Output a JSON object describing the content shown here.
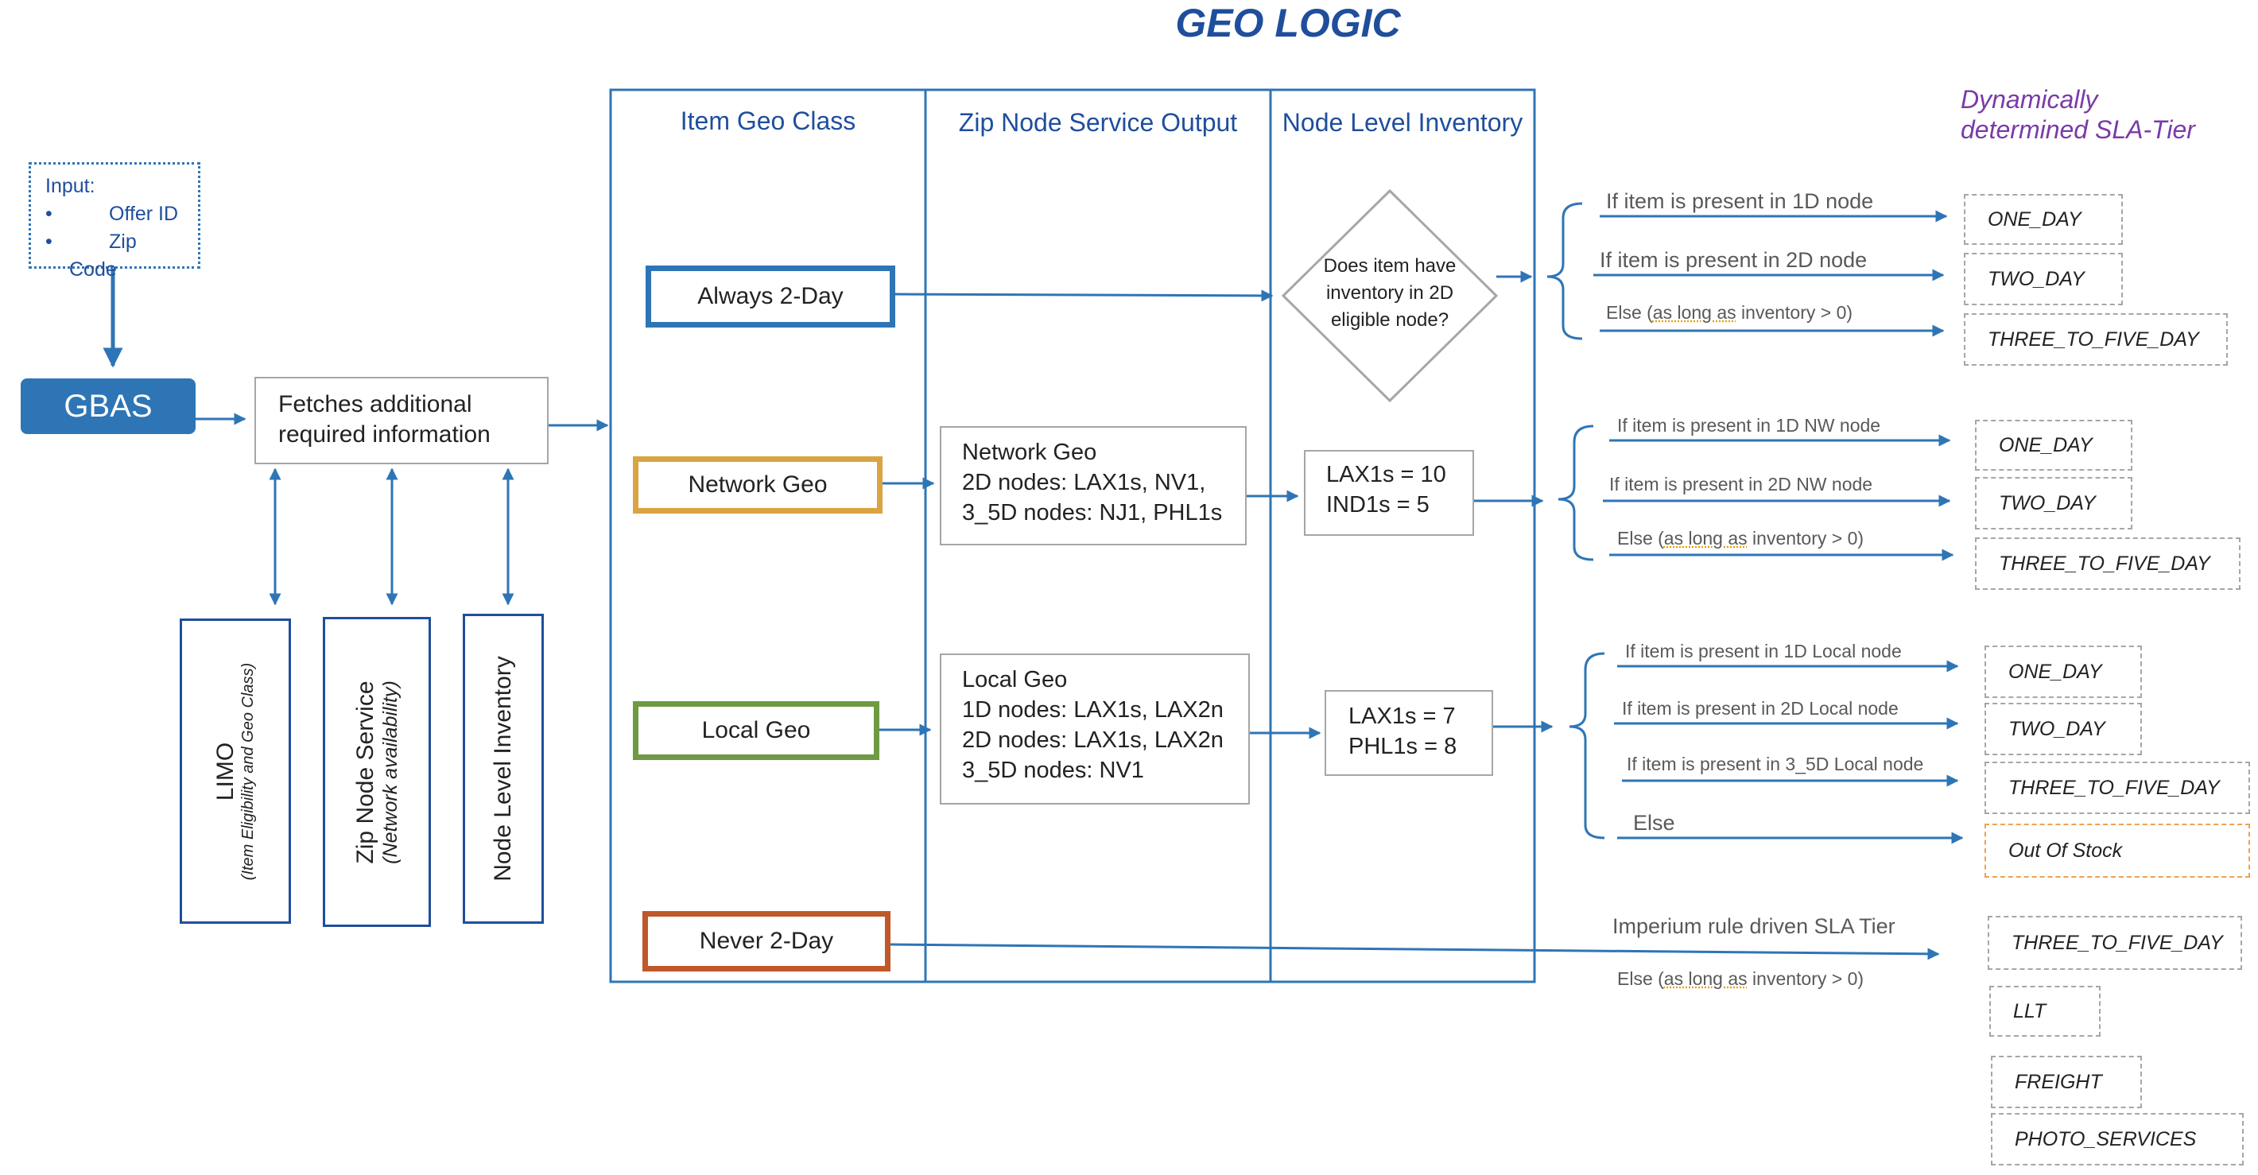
{
  "title": "GEO LOGIC",
  "columns": {
    "item_geo_class": "Item Geo Class",
    "zip_node_service_output": "Zip Node Service Output",
    "node_level_inventory": "Node Level Inventory"
  },
  "dynamic_label": {
    "line1": "Dynamically",
    "line2": "determined SLA-Tier"
  },
  "input": {
    "label": "Input:",
    "items": [
      "Offer ID",
      "Zip Code"
    ]
  },
  "gbas": "GBAS",
  "fetch": {
    "line1": "Fetches additional",
    "line2": "required information"
  },
  "services": {
    "limo": {
      "main": "LIMO",
      "sub": "(Item Eligibility and Geo Class)"
    },
    "zip_node": {
      "main": "Zip Node Service",
      "sub": "(Network availability)"
    },
    "node_inventory": {
      "main": "Node Level Inventory"
    }
  },
  "geo_classes": {
    "always": "Always 2-Day",
    "network": "Network Geo",
    "local": "Local Geo",
    "never": "Never 2-Day"
  },
  "zip_output": {
    "network": [
      "Network Geo",
      "2D nodes: LAX1s, NV1,",
      "3_5D nodes: NJ1, PHL1s"
    ],
    "local": [
      "Local Geo",
      "1D nodes: LAX1s, LAX2n",
      "2D nodes: LAX1s, LAX2n",
      "3_5D nodes: NV1"
    ]
  },
  "inventory": {
    "diamond": [
      "Does item have",
      "inventory in 2D",
      "eligible node?"
    ],
    "network": [
      "LAX1s = 10",
      "IND1s = 5"
    ],
    "local": [
      "LAX1s = 7",
      "PHL1s = 8"
    ]
  },
  "conditions": {
    "always": [
      "If item is present in 1D node",
      "If item is present in 2D node"
    ],
    "always_else": {
      "pre": "Else (",
      "sq": "as long as",
      "post": " inventory > 0)"
    },
    "network": [
      "If item is present in 1D NW node",
      "If item is present in 2D NW node"
    ],
    "network_else": {
      "pre": "Else (",
      "sq": "as long as",
      "post": " inventory > 0)"
    },
    "local": [
      "If item is present in 1D Local  node",
      "If item is present in 2D Local node",
      "If item is present in 3_5D Local node",
      "Else"
    ],
    "never": "Imperium rule driven SLA Tier",
    "never_else": {
      "pre": "Else (",
      "sq": "as long as",
      "post": " inventory > 0)"
    }
  },
  "sla": {
    "always": [
      "ONE_DAY",
      "TWO_DAY",
      "THREE_TO_FIVE_DAY"
    ],
    "network": [
      "ONE_DAY",
      "TWO_DAY",
      "THREE_TO_FIVE_DAY"
    ],
    "local": [
      "ONE_DAY",
      "TWO_DAY",
      "THREE_TO_FIVE_DAY",
      "Out Of Stock"
    ],
    "never": [
      "THREE_TO_FIVE_DAY",
      "LLT",
      "FREIGHT",
      "PHOTO_SERVICES"
    ]
  },
  "colors": {
    "blue": "#2e75b6",
    "always": "#2e75b6",
    "network": "#d9a441",
    "local": "#6f9a44",
    "never": "#c0582a"
  }
}
